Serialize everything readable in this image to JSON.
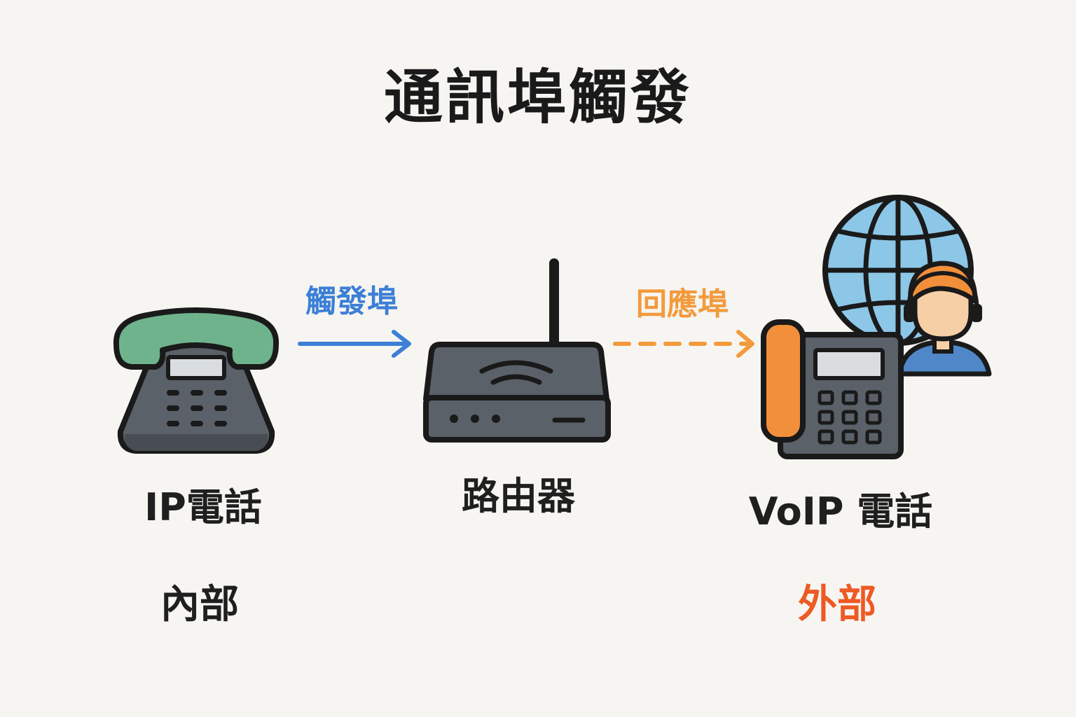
{
  "title": "通訊埠觸發",
  "colors": {
    "background": "#f7f5f1",
    "trigger": "#3b7fd6",
    "response": "#f29a3c",
    "external": "#ee5a24",
    "device": "#5a6168",
    "handset_green": "#6fb38d",
    "handset_orange": "#f28f3b",
    "globe": "#8cc7e8"
  },
  "nodes": {
    "ip_phone": {
      "label": "IP電話",
      "icon": "desk-phone-icon"
    },
    "router": {
      "label": "路由器",
      "icon": "router-icon"
    },
    "voip_phone": {
      "label": "VoIP 電話",
      "icon": "voip-phone-icon"
    }
  },
  "edges": {
    "trigger": {
      "label": "觸發埠",
      "style": "solid"
    },
    "response": {
      "label": "回應埠",
      "style": "dashed"
    }
  },
  "sides": {
    "internal": "內部",
    "external": "外部"
  },
  "icons": [
    "globe-icon",
    "person-headset-icon"
  ]
}
